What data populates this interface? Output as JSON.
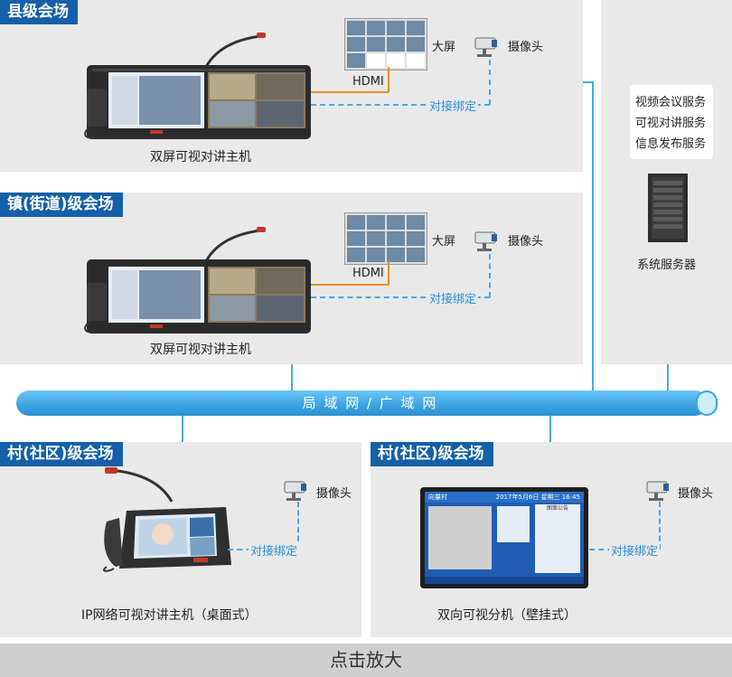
{
  "panels": {
    "county": {
      "title": "县级会场",
      "screen_label": "大屏",
      "camera_label": "摄像头",
      "hdmi_label": "HDMI",
      "bind_label": "对接绑定",
      "device_label": "双屏可视对讲主机"
    },
    "town": {
      "title": "镇(街道)级会场",
      "screen_label": "大屏",
      "camera_label": "摄像头",
      "hdmi_label": "HDMI",
      "bind_label": "对接绑定",
      "device_label": "双屏可视对讲主机"
    },
    "village_left": {
      "title": "村(社区)级会场",
      "camera_label": "摄像头",
      "bind_label": "对接绑定",
      "device_label": "IP网络可视对讲主机（桌面式）"
    },
    "village_right": {
      "title": "村(社区)级会场",
      "camera_label": "摄像头",
      "bind_label": "对接绑定",
      "device_label": "双向可视分机（壁挂式）",
      "screen": {
        "brand": "向量村",
        "date": "2017年5月6日  星期三  16:45",
        "news": "图案公告"
      }
    }
  },
  "server": {
    "services": [
      "视频会议服务",
      "可视对讲服务",
      "信息发布服务"
    ],
    "label": "系统服务器"
  },
  "network": {
    "label": "局 域 网 / 广 域 网"
  },
  "footer": {
    "label": "点击放大"
  },
  "colors": {
    "tag_blue": "#1560a8",
    "line_blue": "#45a9e6",
    "hdmi_orange": "#f08a24",
    "panel_gray": "#e9e9ea"
  }
}
